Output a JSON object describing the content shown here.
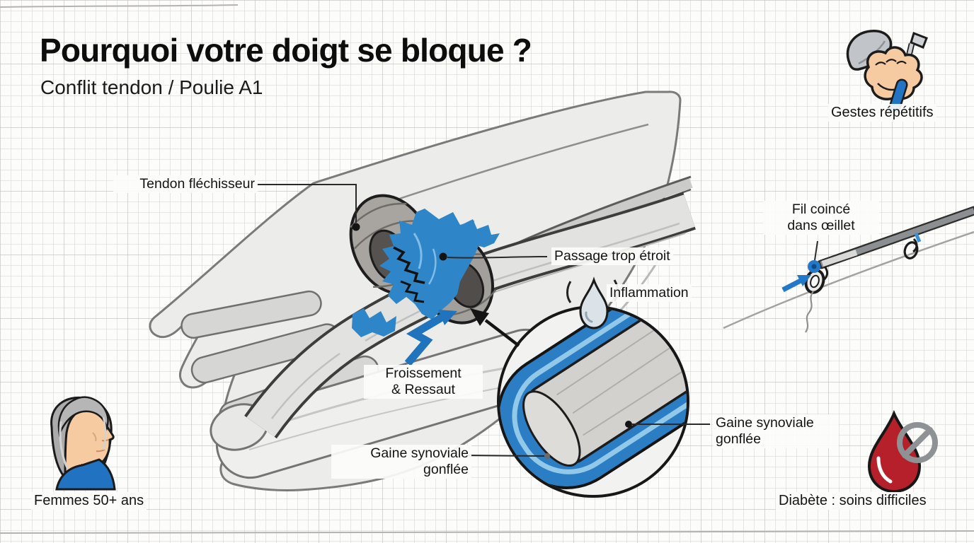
{
  "header": {
    "title": "Pourquoi votre doigt se bloque ?",
    "subtitle": "Conflit tendon / Poulie A1"
  },
  "anatomy": {
    "flexor_tendon": "Tendon fléchisseur",
    "narrow_passage": "Passage trop étroit",
    "inflammation": "Inflammation",
    "friction": {
      "line1": "Froissement",
      "line2": "& Ressaut"
    },
    "swollen_sheath_left": {
      "line1": "Gaine synoviale",
      "line2": "gonflée"
    },
    "swollen_sheath_right": {
      "line1": "Gaine synoviale",
      "line2": "gonflée"
    }
  },
  "analogy": {
    "caption": {
      "line1": "Fil coincé",
      "line2": "dans œillet"
    }
  },
  "risk_factors": {
    "repetitive_gestures": "Gestes répétitifs",
    "women_over_50": "Femmes 50+ ans",
    "diabetes": "Diabète : soins difficiles"
  },
  "colors": {
    "accent_blue": "#2478c8",
    "inflammation_blue": "#2e86c8",
    "blood_red": "#b5202a",
    "ink": "#141414",
    "paper": "#fcfcfa"
  }
}
